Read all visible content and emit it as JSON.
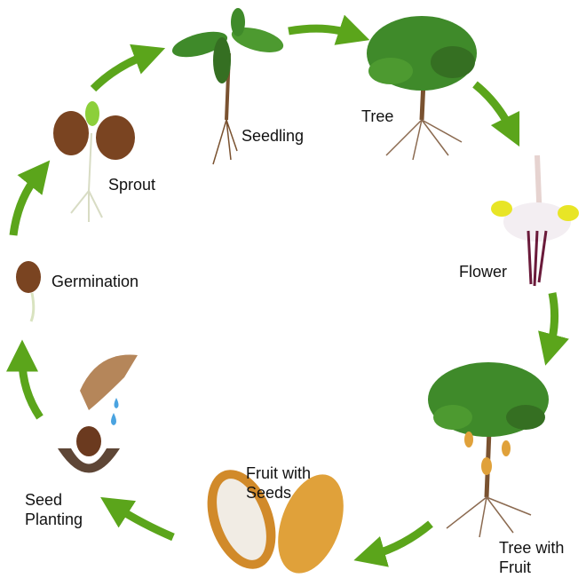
{
  "stages": [
    {
      "label": "Seedling"
    },
    {
      "label": "Tree"
    },
    {
      "label": "Flower"
    },
    {
      "label": "Tree with\nFruit"
    },
    {
      "label": "Fruit with\nSeeds"
    },
    {
      "label": "Seed\nPlanting"
    },
    {
      "label": "Germination"
    },
    {
      "label": "Sprout"
    }
  ],
  "colors": {
    "arrow": "#5ba51b",
    "leaf": "#3f8a2a",
    "trunk": "#7a5230",
    "seed": "#6b3a1f",
    "pod": "#e0a13a"
  }
}
